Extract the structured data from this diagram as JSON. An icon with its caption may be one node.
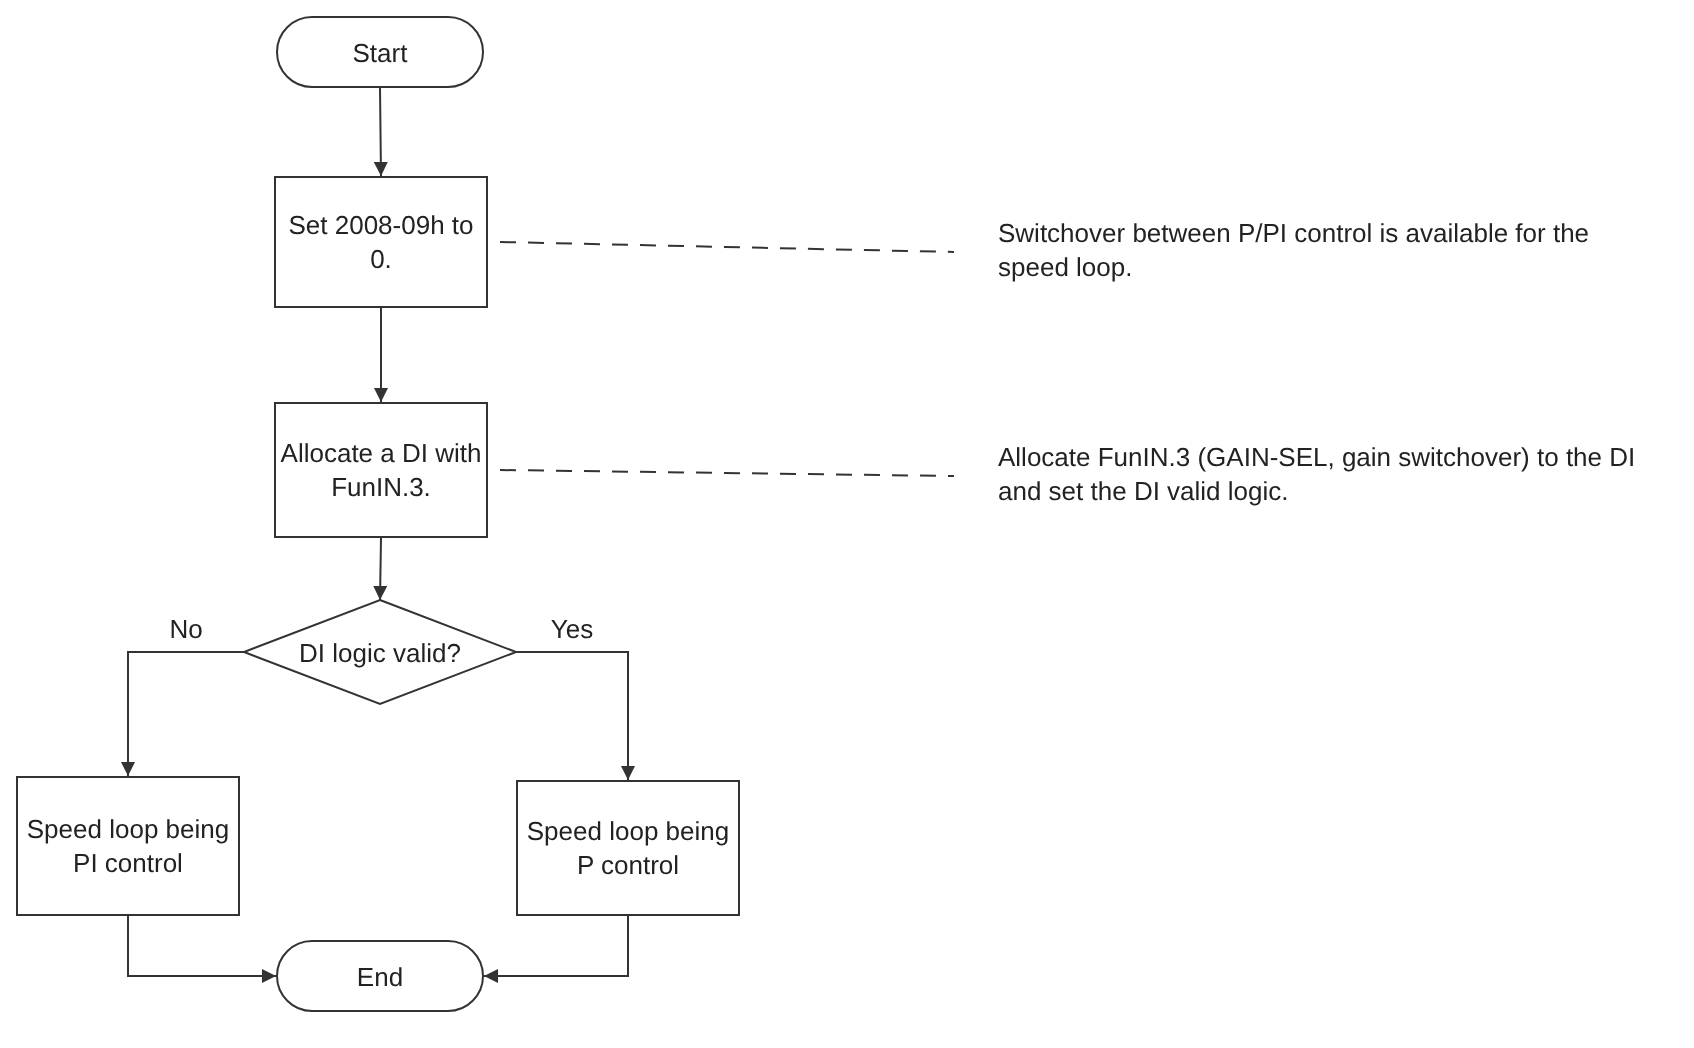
{
  "diagram": {
    "nodes": [
      {
        "text": [
          "Start"
        ]
      },
      {
        "text": [
          "Set 2008-09h to 0."
        ]
      },
      {
        "text": [
          "Allocate a DI with FunIN.3."
        ]
      },
      {
        "text": [
          "DI logic valid?"
        ]
      },
      {
        "text": [
          "Speed loop being PI control"
        ]
      },
      {
        "text": [
          "Speed loop being P control"
        ]
      },
      {
        "text": [
          "End"
        ]
      },
      {
        "text": [
          "Switchover between P/PI control is available for the speed loop."
        ]
      },
      {
        "text": [
          "Allocate FunIN.3 (GAIN-SEL, gain switchover) to the DI and set the DI valid logic."
        ]
      }
    ],
    "edges": [
      {
        "from": 0,
        "to": 1,
        "arrow": "to"
      },
      {
        "from": 1,
        "to": 2,
        "arrow": "to"
      },
      {
        "from": 2,
        "to": 3,
        "arrow": "to"
      },
      {
        "from": 3,
        "to": 4,
        "arrow": "to",
        "label": "No"
      },
      {
        "from": 3,
        "to": 5,
        "arrow": "to",
        "label": "Yes"
      },
      {
        "from": 4,
        "to": 6,
        "arrow": "to"
      },
      {
        "from": 5,
        "to": 6,
        "arrow": "to"
      },
      {
        "from": 1,
        "to": 7,
        "arrow": "none",
        "style": "dashed"
      },
      {
        "from": 2,
        "to": 8,
        "arrow": "none",
        "style": "dashed"
      }
    ]
  }
}
